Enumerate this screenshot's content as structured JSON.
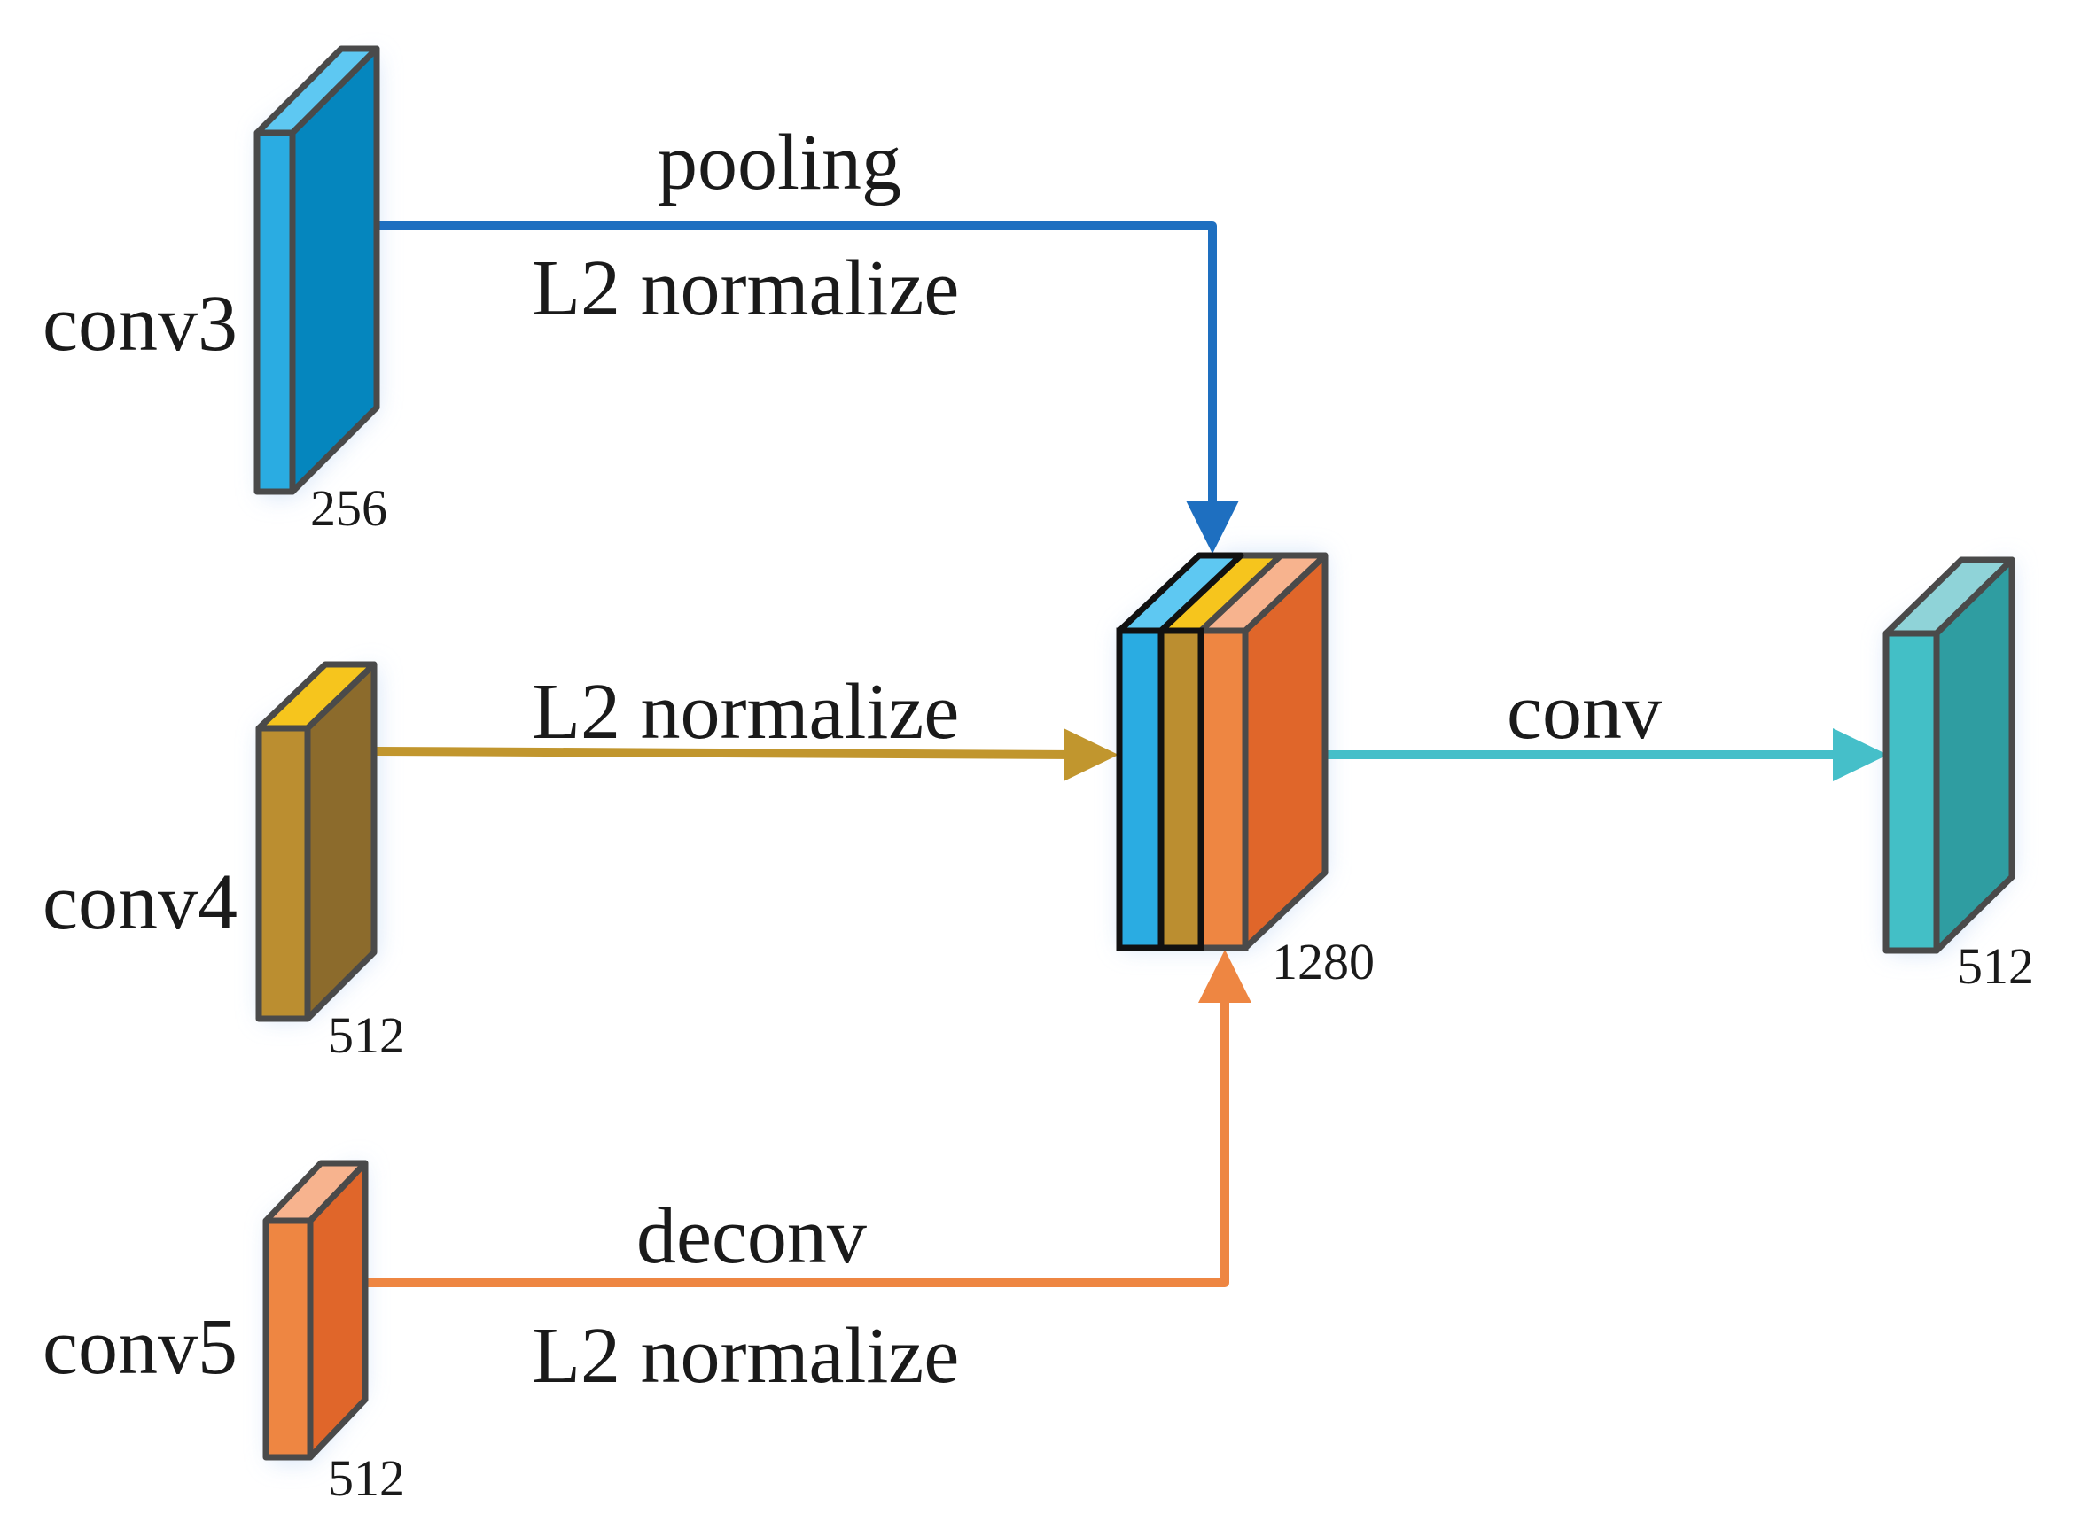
{
  "colors": {
    "conv3": {
      "front": "#2aace2",
      "side": "#0586be",
      "top": "#5ec8f2"
    },
    "conv4": {
      "front": "#bb8e30",
      "side": "#8c6b2c",
      "top": "#f6c51d"
    },
    "conv5": {
      "front": "#ee8642",
      "side": "#e0662a",
      "top": "#f7b38e"
    },
    "output": {
      "front": "#43bfc6",
      "side": "#2f9da1",
      "top": "#8fd3d8"
    },
    "arrow_conv3": "#1e6fc0",
    "arrow_conv4": "#c1962e",
    "arrow_conv5": "#ee8642",
    "arrow_conv": "#45bfc9"
  },
  "blocks": {
    "conv3": {
      "label": "conv3",
      "channels": "256"
    },
    "conv4": {
      "label": "conv4",
      "channels": "512"
    },
    "conv5": {
      "label": "conv5",
      "channels": "512"
    },
    "concat": {
      "channels": "1280"
    },
    "output": {
      "channels": "512"
    }
  },
  "edges": {
    "conv3": {
      "top_label": "pooling",
      "bottom_label": "L2 normalize"
    },
    "conv4": {
      "top_label": "L2 normalize"
    },
    "conv5": {
      "top_label": "deconv",
      "bottom_label": "L2 normalize"
    },
    "output": {
      "top_label": "conv"
    }
  }
}
